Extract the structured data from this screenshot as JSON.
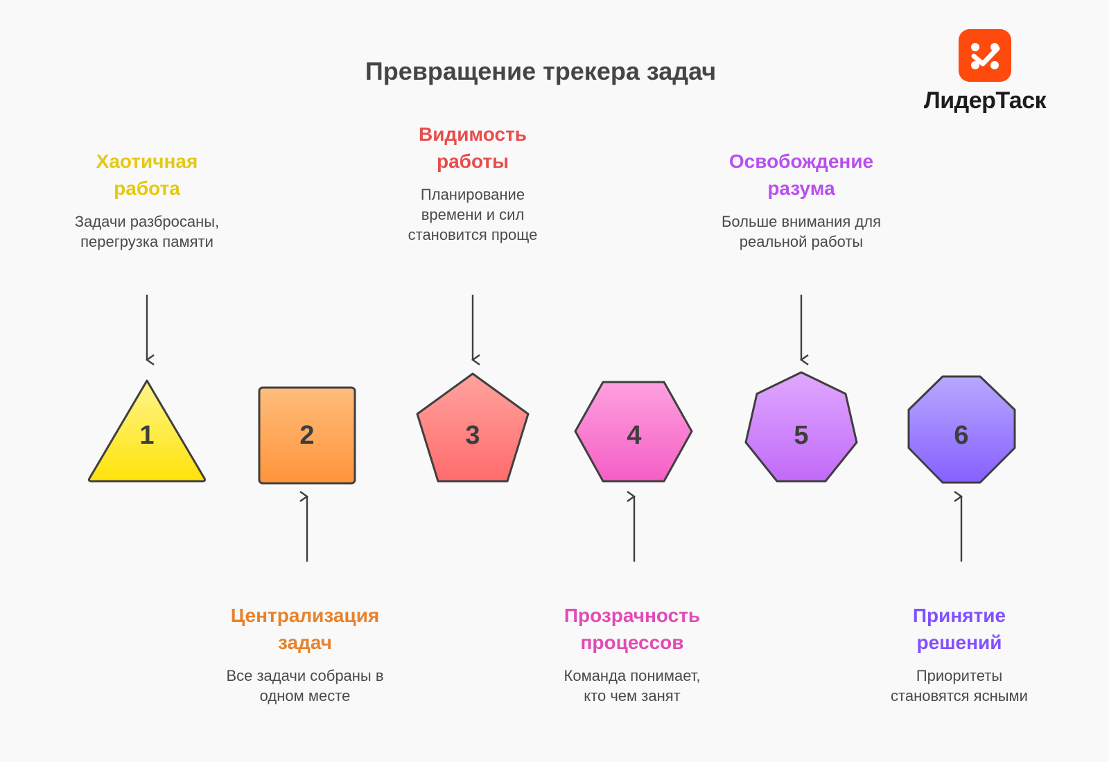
{
  "title": "Превращение трекера задач",
  "logo": {
    "text": "ЛидерТаск",
    "icon": "lidertask-logo-icon",
    "color": "#ff4a0e"
  },
  "steps": [
    {
      "num": "1",
      "heading": "Хаотичная\nработа",
      "desc": "Задачи разбросаны,\nперегрузка памяти",
      "color": "#e5c814",
      "shape": "triangle",
      "fill_top": "#fff48a",
      "fill_bottom": "#ffe30a",
      "label_position": "top"
    },
    {
      "num": "2",
      "heading": "Централизация\nзадач",
      "desc": "Все задачи собраны в\nодном месте",
      "color": "#e8822c",
      "shape": "square",
      "fill_top": "#ffbd7c",
      "fill_bottom": "#ff943a",
      "label_position": "bottom"
    },
    {
      "num": "3",
      "heading": "Видимость\nработы",
      "desc": "Планирование\nвремени и сил\nстановится проще",
      "color": "#e84c4c",
      "shape": "pentagon",
      "fill_top": "#ffa39e",
      "fill_bottom": "#ff6c6c",
      "label_position": "top"
    },
    {
      "num": "4",
      "heading": "Прозрачность\nпроцессов",
      "desc": "Команда понимает,\nкто чем занят",
      "color": "#e24bb5",
      "shape": "hexagon",
      "fill_top": "#ffa0e0",
      "fill_bottom": "#f45fc5",
      "label_position": "bottom"
    },
    {
      "num": "5",
      "heading": "Освобождение\nразума",
      "desc": "Больше внимания для\nреальной работы",
      "color": "#b94ff0",
      "shape": "heptagon",
      "fill_top": "#e0a8ff",
      "fill_bottom": "#c16af8",
      "label_position": "top"
    },
    {
      "num": "6",
      "heading": "Принятие\nрешений",
      "desc": "Приоритеты\nстановятся ясными",
      "color": "#8250ff",
      "shape": "octagon",
      "fill_top": "#b8a8ff",
      "fill_bottom": "#8660ff",
      "label_position": "bottom"
    }
  ]
}
